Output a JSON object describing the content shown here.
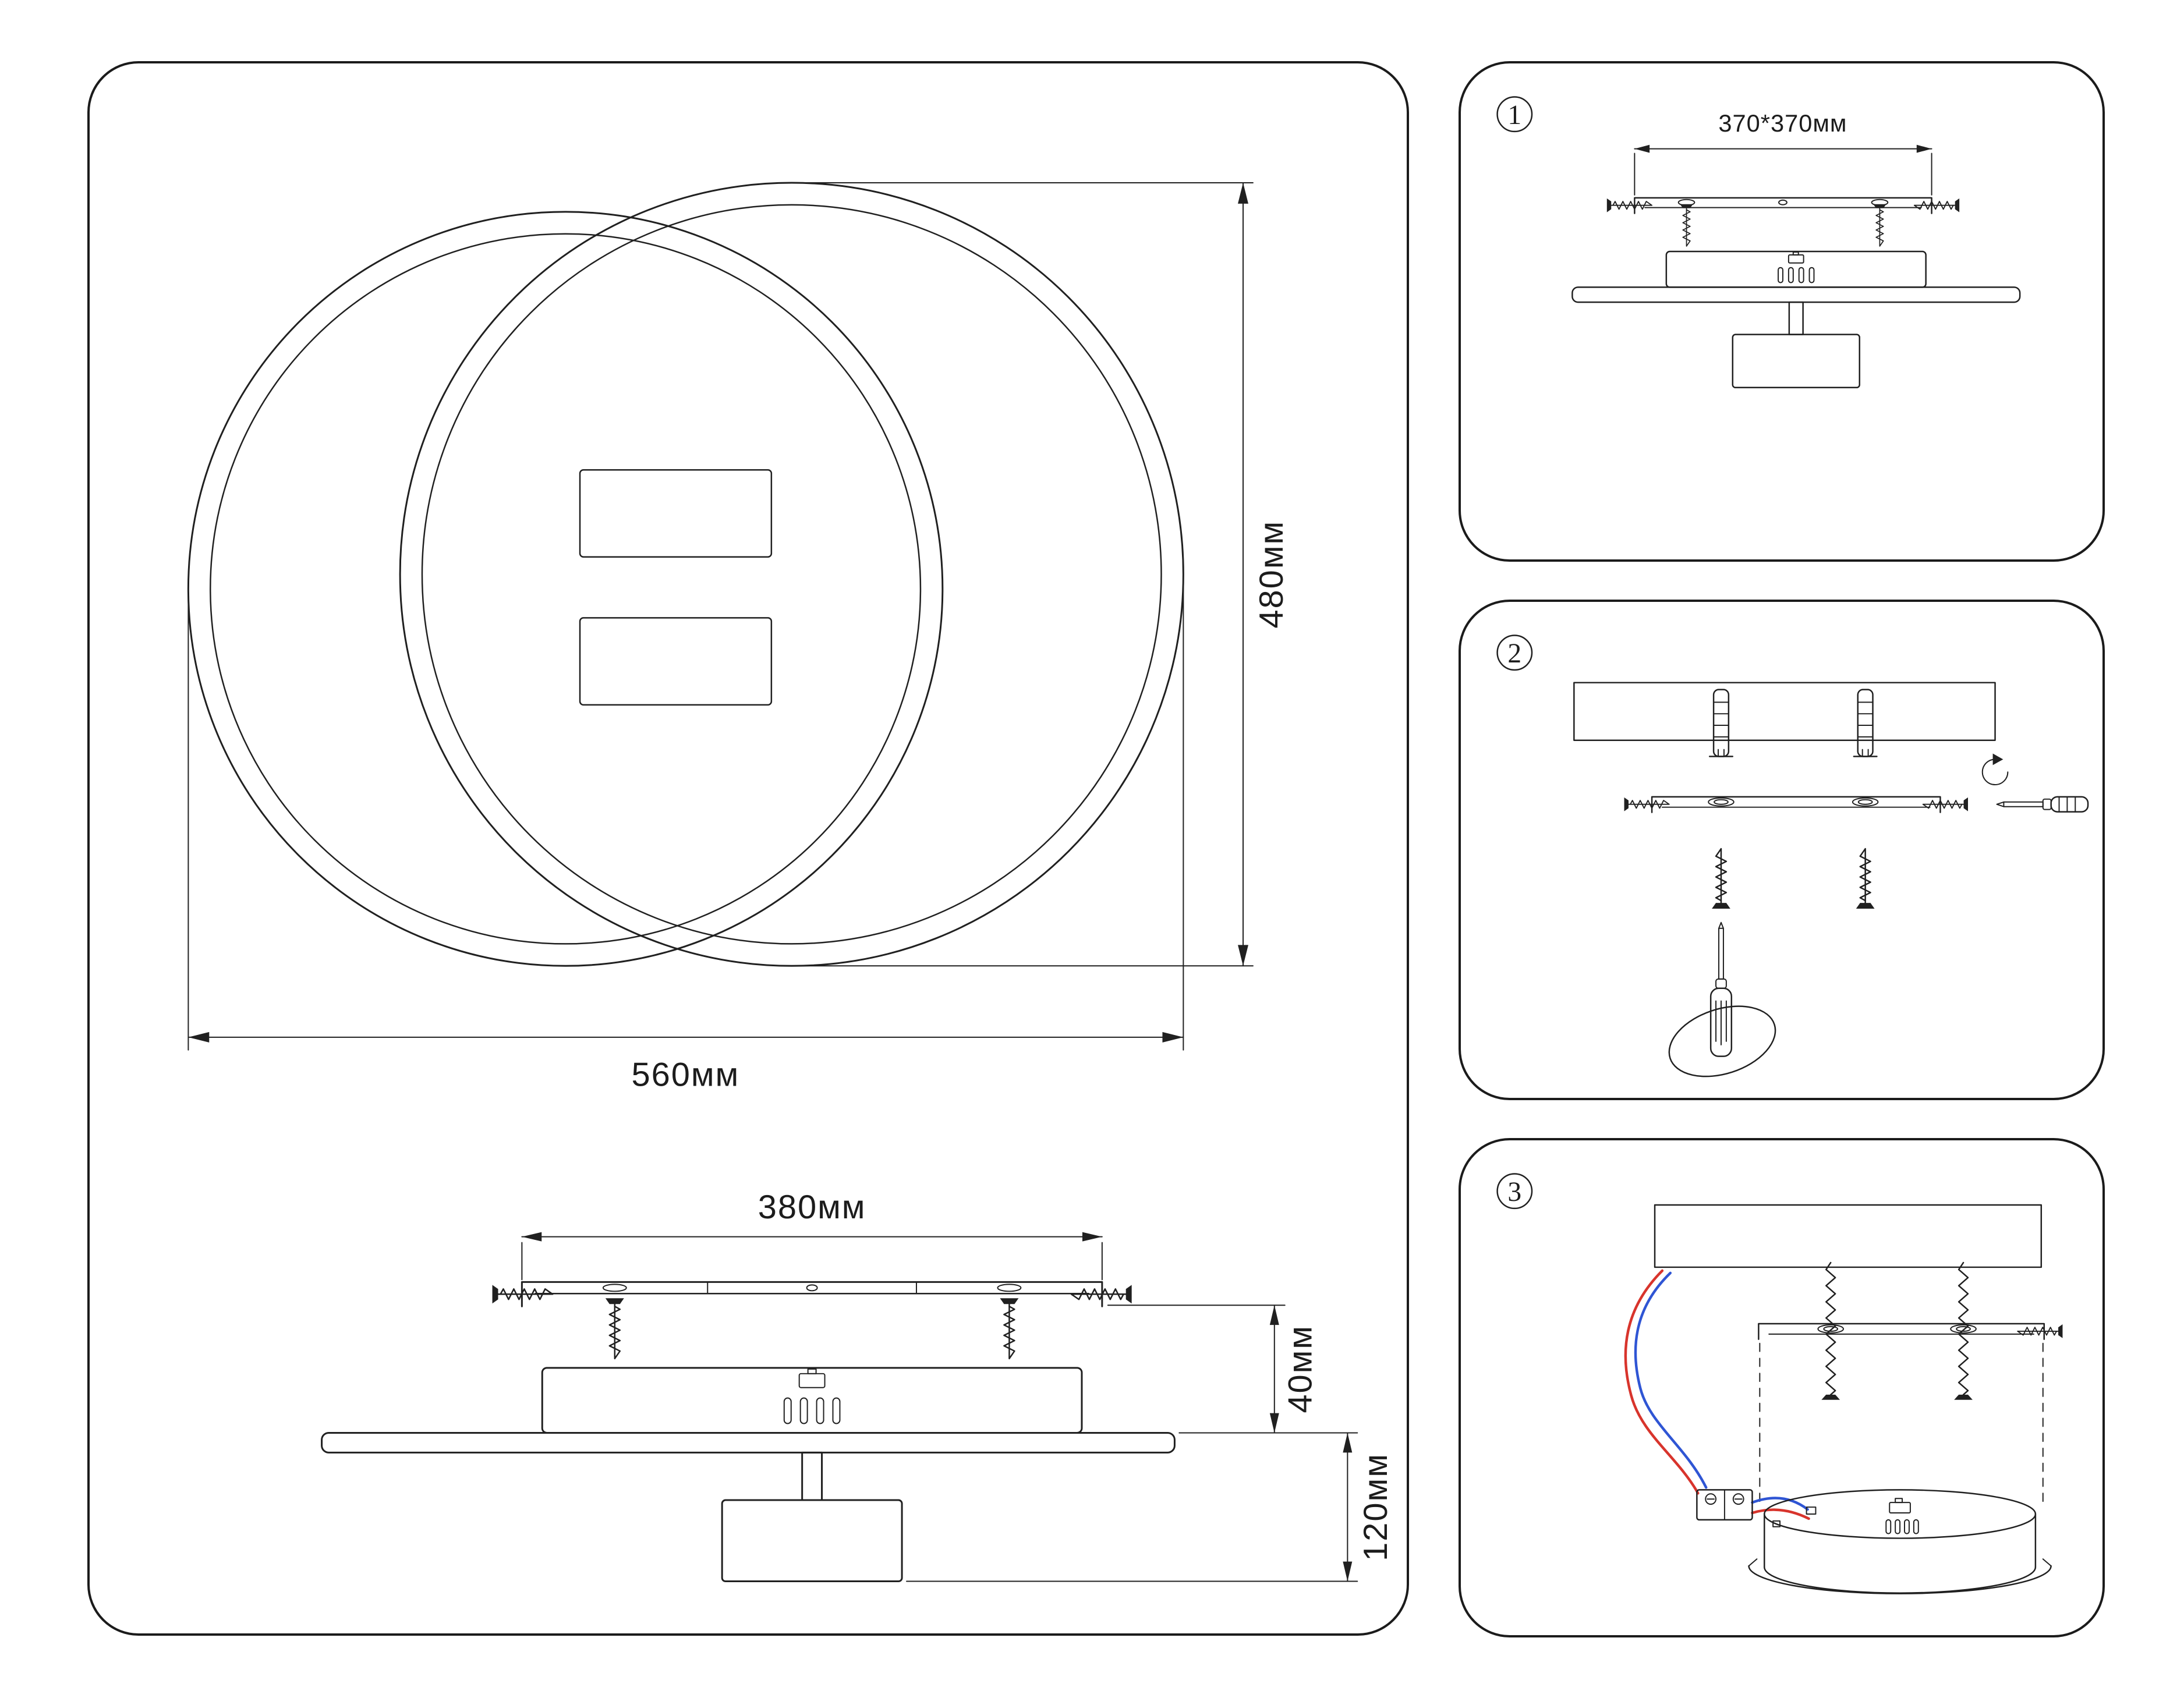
{
  "sheet": {
    "main_view": {
      "width_label": "560мм",
      "height_label": "480мм",
      "side_view": {
        "bracket_width_label": "380мм",
        "recess_depth_label": "40мм",
        "body_height_label": "120мм"
      }
    },
    "steps": [
      {
        "number": "1",
        "bracket_size_label": "370*370мм"
      },
      {
        "number": "2"
      },
      {
        "number": "3"
      }
    ]
  },
  "colors": {
    "line": "#202020",
    "wire_red": "#d8342c",
    "wire_blue": "#2f55d4",
    "background": "#ffffff"
  }
}
